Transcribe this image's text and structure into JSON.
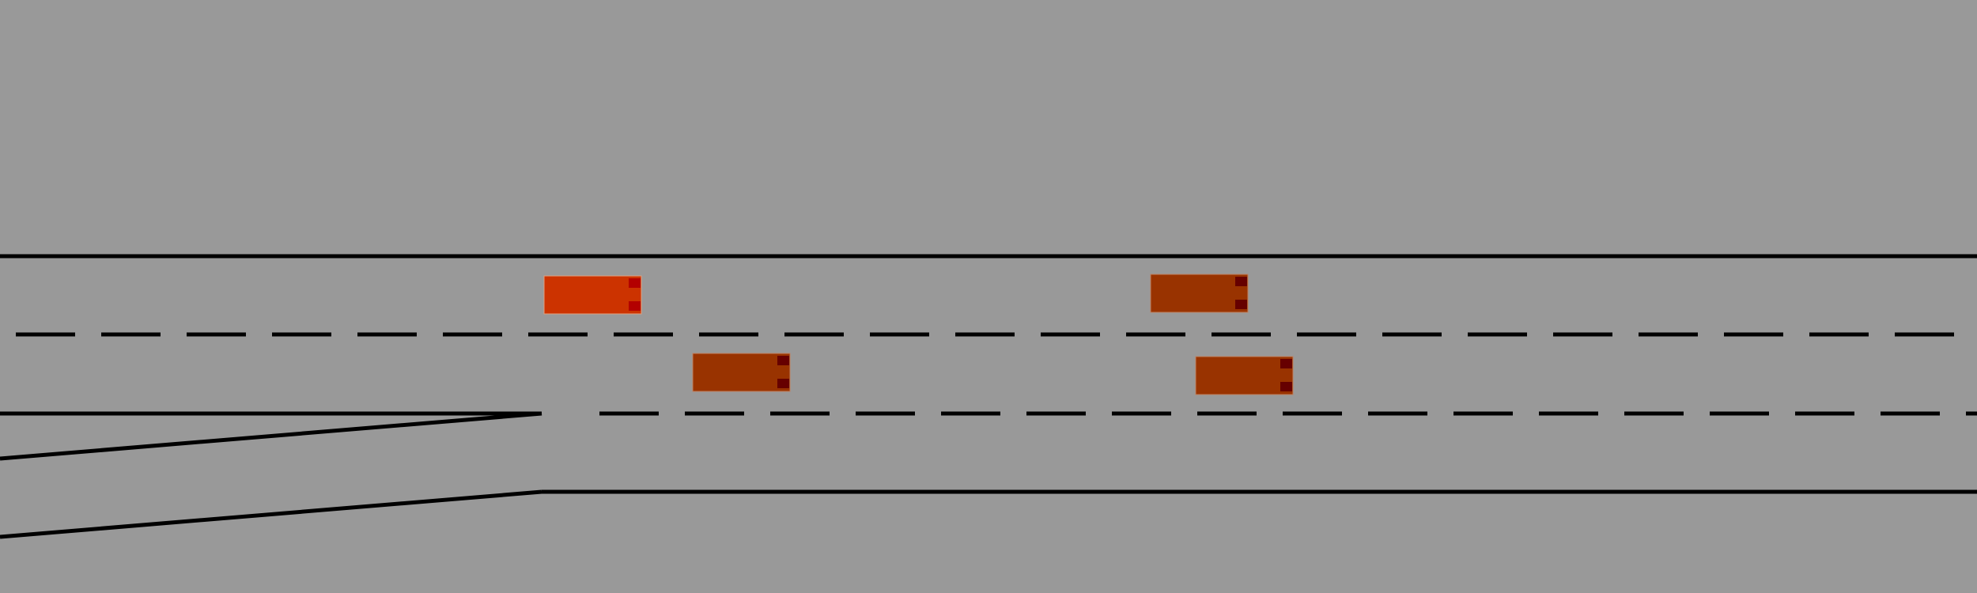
{
  "scene": {
    "background_color": "#999999",
    "line_color": "#000000",
    "road": {
      "lanes": 2,
      "merge_ramp_side": "bottom-left",
      "lane_marking": "dashed"
    },
    "vehicles": [
      {
        "id": "ego-vehicle",
        "body_color": "#CC3300",
        "light_color": "#B30000"
      },
      {
        "id": "other-vehicle-1",
        "body_color": "#993300",
        "light_color": "#660000"
      },
      {
        "id": "other-vehicle-2",
        "body_color": "#993300",
        "light_color": "#660000"
      },
      {
        "id": "other-vehicle-3",
        "body_color": "#993300",
        "light_color": "#660000"
      }
    ]
  }
}
